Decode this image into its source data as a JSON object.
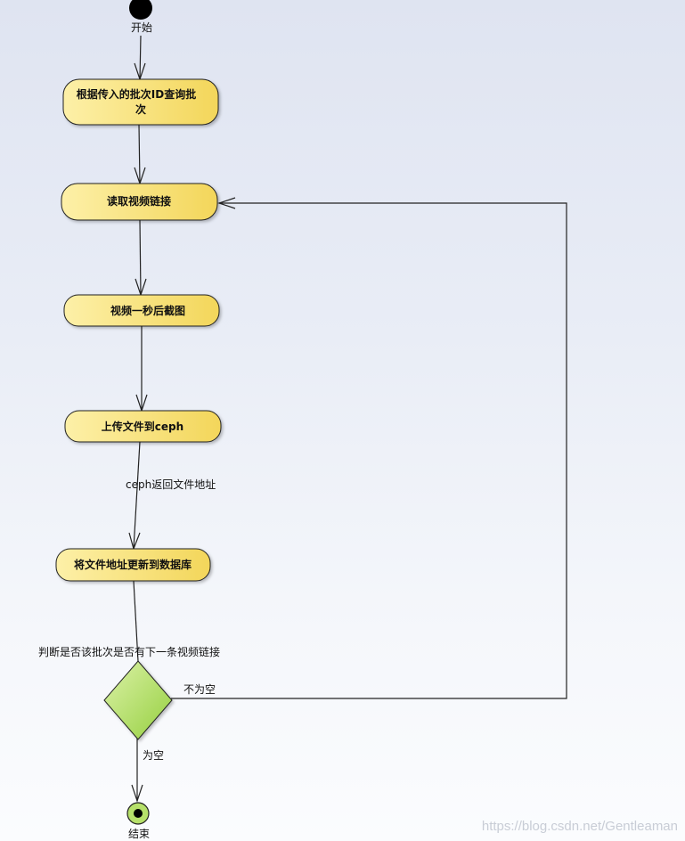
{
  "start": {
    "label": "开始"
  },
  "end": {
    "label": "结束"
  },
  "steps": [
    {
      "lines": [
        "根据传入的批次ID查询批",
        "次"
      ]
    },
    {
      "lines": [
        "读取视频链接"
      ]
    },
    {
      "lines": [
        "视频一秒后截图"
      ]
    },
    {
      "lines": [
        "上传文件到ceph"
      ]
    },
    {
      "lines": [
        "将文件地址更新到数据库"
      ]
    }
  ],
  "decision": {
    "label": "判断是否该批次是否有下一条视频链接",
    "branch_not_empty": "不为空",
    "branch_empty": "为空"
  },
  "edge_labels": {
    "ceph_return": "ceph返回文件地址"
  },
  "colors": {
    "action_fill_start": "#fdf0a8",
    "action_fill_end": "#f3d65a",
    "decision_fill_start": "#d8f0a0",
    "decision_fill_end": "#9fd54a",
    "end_fill": "#b6e06a"
  },
  "watermark": "https://blog.csdn.net/Gentleaman"
}
